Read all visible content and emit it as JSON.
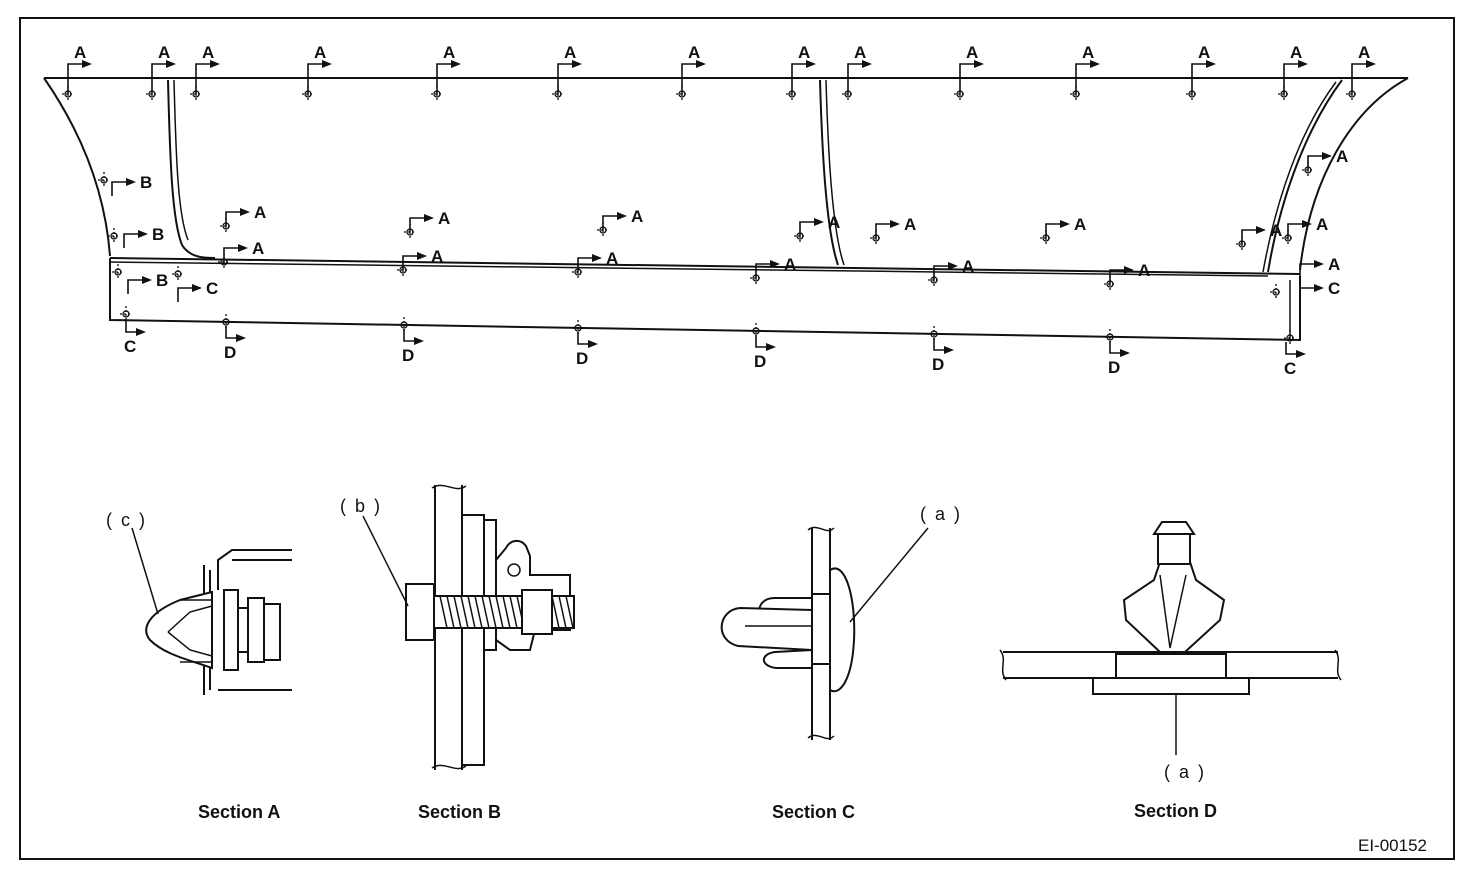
{
  "figure_id": "EI-00152",
  "sections": [
    {
      "key": "A",
      "caption": "Section A",
      "part_label": "( c )"
    },
    {
      "key": "B",
      "caption": "Section B",
      "part_label": "( b )"
    },
    {
      "key": "C",
      "caption": "Section C",
      "part_label": "( a )"
    },
    {
      "key": "D",
      "caption": "Section D",
      "part_label": "( a )"
    }
  ],
  "callout_letters": [
    "A",
    "B",
    "C",
    "D"
  ]
}
